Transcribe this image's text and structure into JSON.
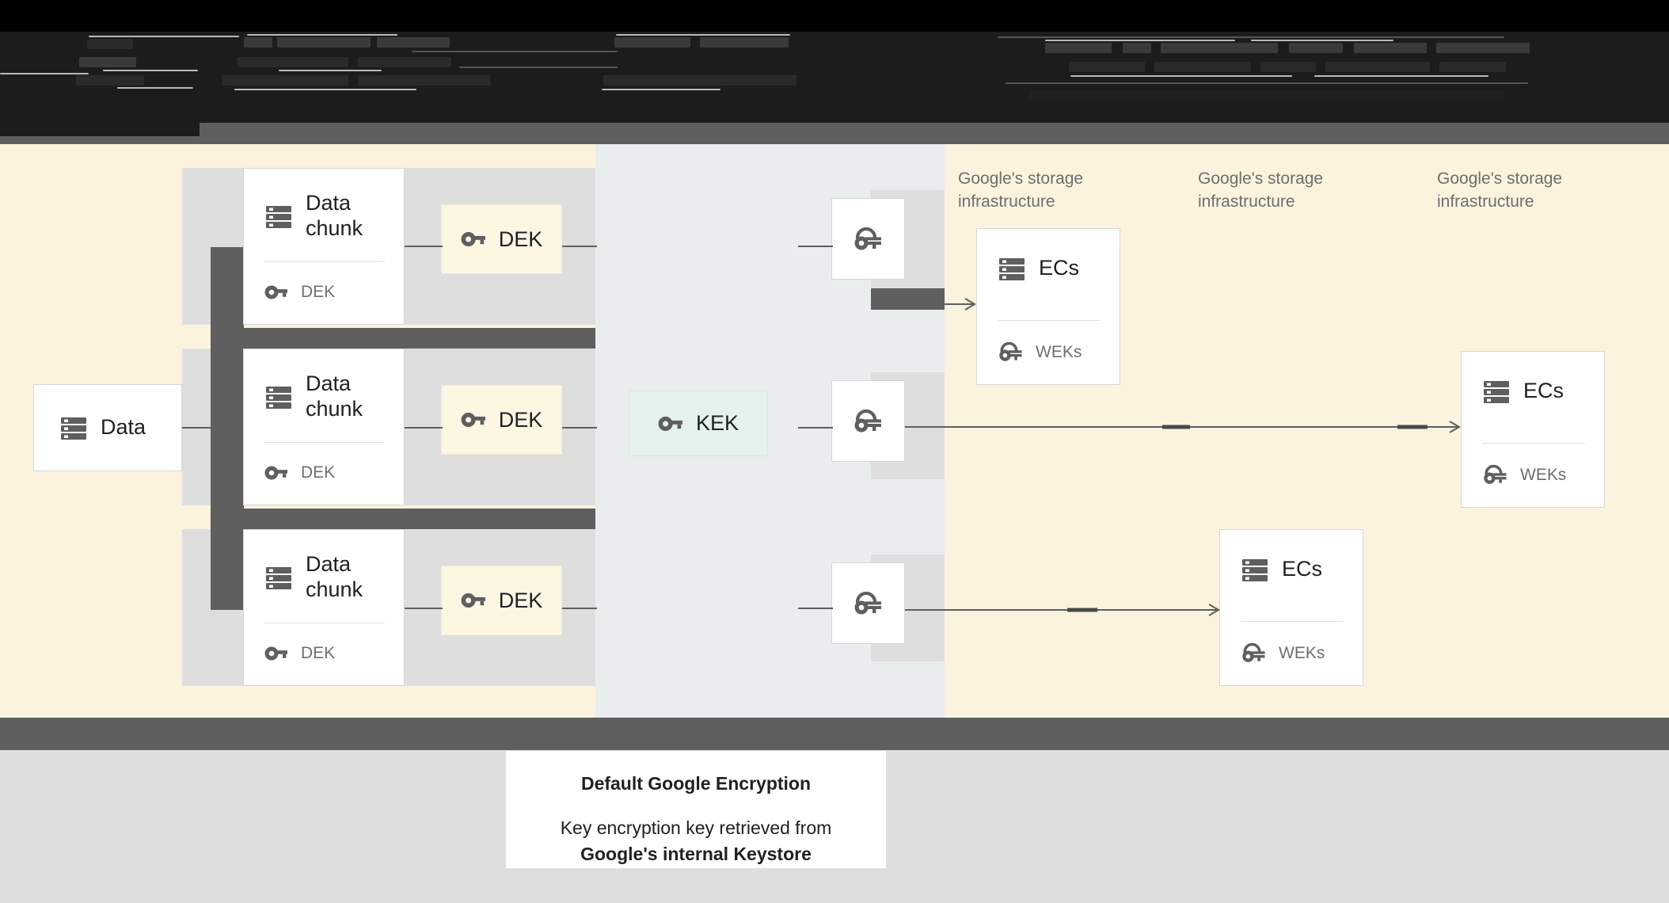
{
  "top_banner": {
    "state": "redacted",
    "note": "obscured dark text band"
  },
  "diagram": {
    "source": {
      "label": "Data",
      "icon": "server-icon"
    },
    "chunks": [
      {
        "title": "Data\nchunk",
        "key_label": "DEK",
        "icon": "server-icon",
        "key_icon": "key-icon"
      },
      {
        "title": "Data\nchunk",
        "key_label": "DEK",
        "icon": "server-icon",
        "key_icon": "key-icon"
      },
      {
        "title": "Data\nchunk",
        "key_label": "DEK",
        "icon": "server-icon",
        "key_icon": "key-icon"
      }
    ],
    "deks": [
      {
        "label": "DEK",
        "icon": "key-icon"
      },
      {
        "label": "DEK",
        "icon": "key-icon"
      },
      {
        "label": "DEK",
        "icon": "key-icon"
      }
    ],
    "kek": {
      "label": "KEK",
      "icon": "key-icon"
    },
    "wrapped_keys": [
      {
        "icon": "wrapped-key-icon"
      },
      {
        "icon": "wrapped-key-icon"
      },
      {
        "icon": "wrapped-key-icon"
      }
    ],
    "storage_labels": [
      "Google's storage\ninfrastructure",
      "Google's storage\ninfrastructure",
      "Google's storage\ninfrastructure"
    ],
    "storage_cards": [
      {
        "title": "ECs",
        "key_label": "WEKs",
        "icon": "server-icon",
        "key_icon": "wrapped-key-icon"
      },
      {
        "title": "ECs",
        "key_label": "WEKs",
        "icon": "server-icon",
        "key_icon": "wrapped-key-icon"
      },
      {
        "title": "ECs",
        "key_label": "WEKs",
        "icon": "server-icon",
        "key_icon": "wrapped-key-icon"
      }
    ]
  },
  "caption": {
    "title": "Default Google Encryption",
    "line1": "Key encryption key retrieved from",
    "line2": "Google's internal Keystore"
  },
  "colors": {
    "cream": "#FBF3DE",
    "blue_gray": "#E9EDEE",
    "lane_gray": "#DEDEDE",
    "dark_bar": "#5F5F5F",
    "dek_fill": "#FDF6E3",
    "kek_fill": "#E4F1EC",
    "card_white": "#FFFFFF",
    "icon_gray": "#5F5F5F",
    "text_dark": "#202124",
    "text_muted": "#6E6E6E"
  }
}
